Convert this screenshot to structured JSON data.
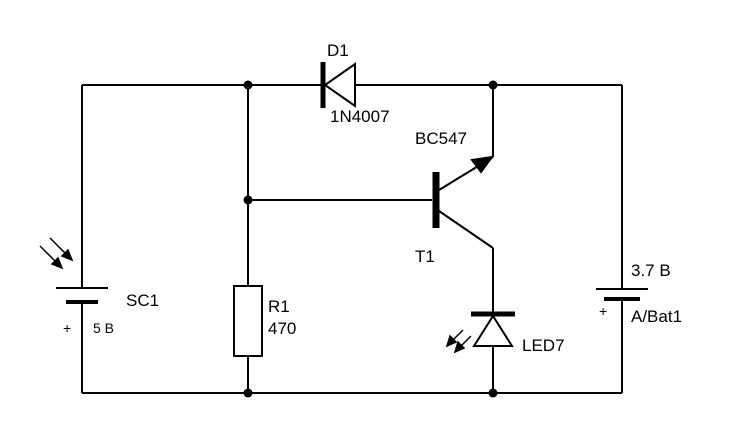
{
  "diagram": {
    "components": {
      "diode": {
        "ref": "D1",
        "part": "1N4007"
      },
      "transistor": {
        "ref": "T1",
        "part": "BC547"
      },
      "resistor": {
        "ref": "R1",
        "value": "470"
      },
      "solar_cell": {
        "ref": "SC1",
        "voltage": "5 B",
        "plus": "+"
      },
      "battery": {
        "ref": "A/Bat1",
        "voltage": "3.7 B",
        "plus": "+"
      },
      "led": {
        "ref": "LED7"
      }
    },
    "colors": {
      "ink": "#000000",
      "background": "#ffffff"
    }
  }
}
